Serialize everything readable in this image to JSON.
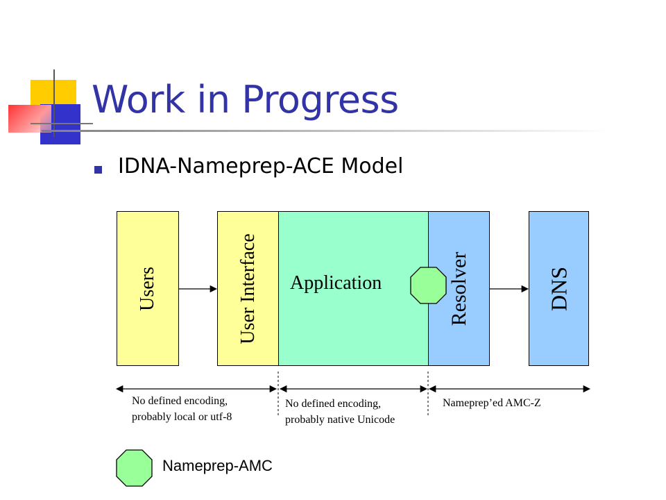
{
  "slide": {
    "title": "Work in Progress",
    "bullet": "IDNA-Nameprep-ACE Model",
    "colors": {
      "title": "#3333a8",
      "users": "#ffff99",
      "user_interface": "#ffff99",
      "application": "#99ffcc",
      "resolver": "#99ccff",
      "dns": "#99ccff",
      "nameprep_amc": "#99ff99"
    }
  },
  "diagram": {
    "blocks": {
      "users": "Users",
      "user_interface": "User Interface",
      "application": "Application",
      "resolver": "Resolver",
      "dns": "DNS"
    },
    "encodings": {
      "first": [
        "No defined encoding,",
        "probably local or utf-8"
      ],
      "second": [
        "No defined encoding,",
        "probably native Unicode"
      ],
      "third": "Nameprep’ed AMC-Z"
    },
    "legend": {
      "label": "Nameprep-AMC",
      "icon": "octagon-icon"
    }
  }
}
